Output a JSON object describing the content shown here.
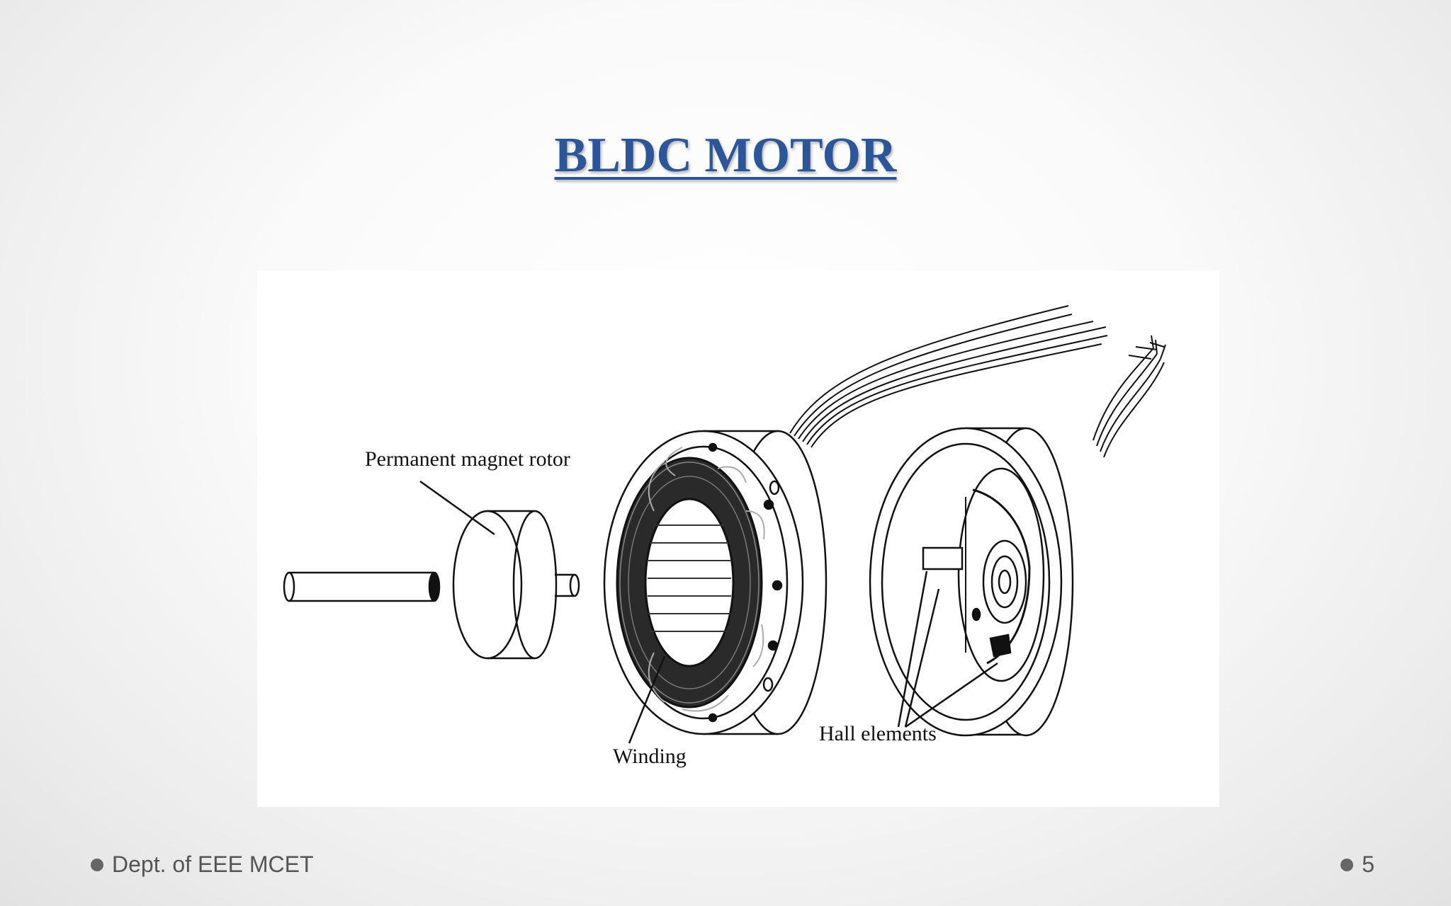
{
  "slide": {
    "title": "BLDC MOTOR",
    "footer_left": "Dept. of EEE MCET",
    "page_number": "5"
  },
  "figure": {
    "labels": {
      "rotor": "Permanent magnet rotor",
      "winding": "Winding",
      "hall": "Hall elements"
    }
  },
  "colors": {
    "title": "#2c5697",
    "footer_text": "#555555"
  }
}
